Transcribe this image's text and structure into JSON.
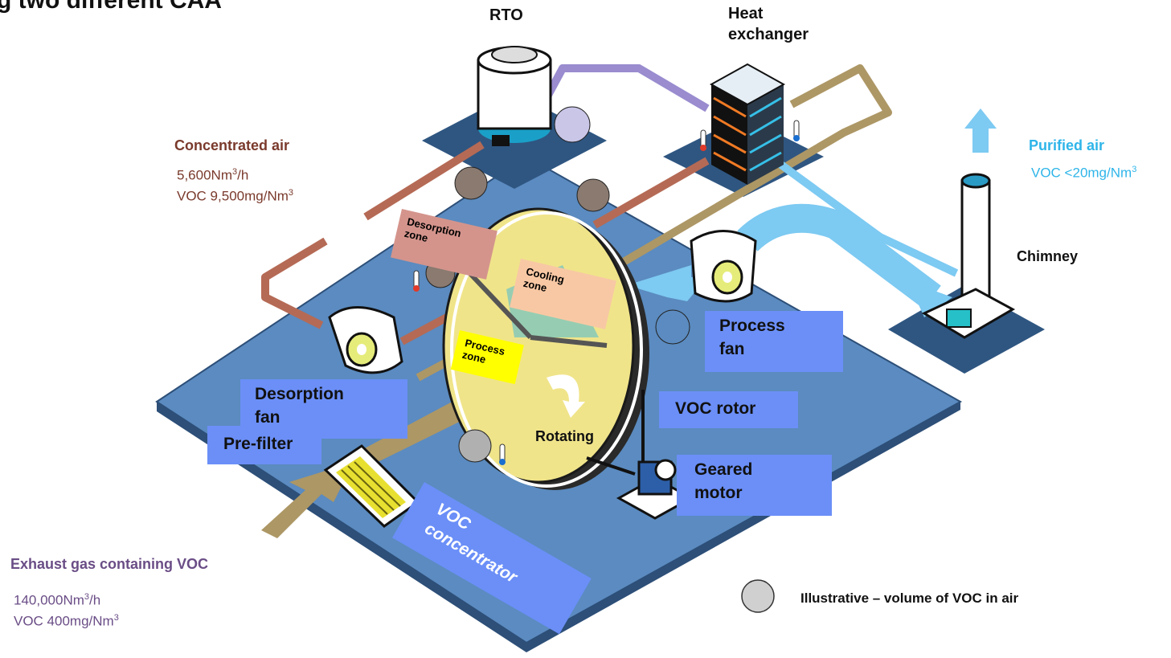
{
  "header_fragment": "g two different CAA",
  "components": {
    "rto": "RTO",
    "heat_exchanger_line1": "Heat",
    "heat_exchanger_line2": "exchanger",
    "chimney": "Chimney",
    "process_fan_line1": "Process",
    "process_fan_line2": "fan",
    "desorption_fan_line1": "Desorption",
    "desorption_fan_line2": "fan",
    "pre_filter": "Pre-filter",
    "voc_rotor": "VOC rotor",
    "geared_motor_line1": "Geared",
    "geared_motor_line2": "motor",
    "voc_concentrator_line1": "VOC",
    "voc_concentrator_line2": "concentrator",
    "rotating": "Rotating"
  },
  "zones": {
    "desorption_line1": "Desorption",
    "desorption_line2": "zone",
    "cooling_line1": "Cooling",
    "cooling_line2": "zone",
    "process_line1": "Process",
    "process_line2": "zone"
  },
  "flows": {
    "concentrated_air": {
      "title": "Concentrated air",
      "flow_value": "5,600Nm",
      "flow_unit_sup": "3",
      "flow_unit_tail": "/h",
      "voc_value": "VOC 9,500mg/Nm",
      "voc_sup": "3"
    },
    "purified_air": {
      "title": "Purified air",
      "voc_value": "VOC <20mg/Nm",
      "voc_sup": "3"
    },
    "exhaust_gas": {
      "title": "Exhaust gas containing VOC",
      "flow_value": "140,000Nm",
      "flow_unit_sup": "3",
      "flow_unit_tail": "/h",
      "voc_value": "VOC 400mg/Nm",
      "voc_sup": "3"
    }
  },
  "legend": {
    "text": "Illustrative – volume of VOC in air",
    "icon": "voc-particle-circle-icon"
  },
  "colors": {
    "platform": "#5b8bc0",
    "platform_edge": "#2d4f78",
    "label_blue": "#6b8ff7",
    "concentrated_text": "#7a3a2c",
    "purified_text": "#2fb5e9",
    "exhaust_text": "#6a4d86",
    "desorption_zone": "#d4948c",
    "cooling_zone": "#f8c8a4",
    "process_zone": "#ffff00",
    "pipe_brown": "#b56a55",
    "pipe_tan": "#ad9765",
    "pipe_purple": "#9a8ccf",
    "pipe_lightblue": "#7dcaf2"
  }
}
